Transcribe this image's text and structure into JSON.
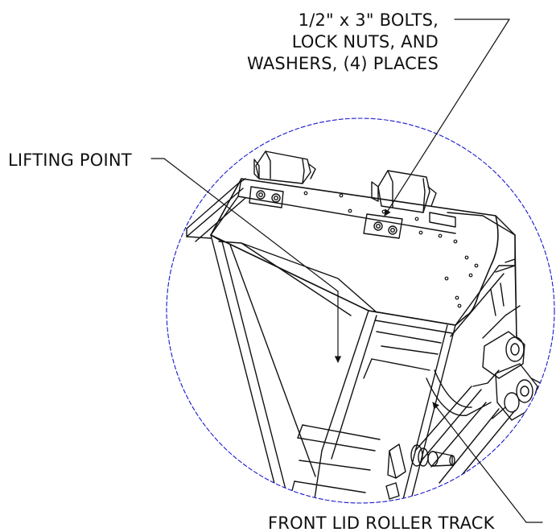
{
  "callouts": {
    "bolts": {
      "lines": [
        "1/2\" x 3\" BOLTS,",
        "LOCK NUTS, AND",
        "WASHERS, (4) PLACES"
      ]
    },
    "lifting_point": "LIFTING POINT",
    "roller_track": "FRONT LID ROLLER TRACK"
  },
  "colors": {
    "line": "#111111",
    "detail_circle": "#1a1acc",
    "background": "#ffffff"
  }
}
